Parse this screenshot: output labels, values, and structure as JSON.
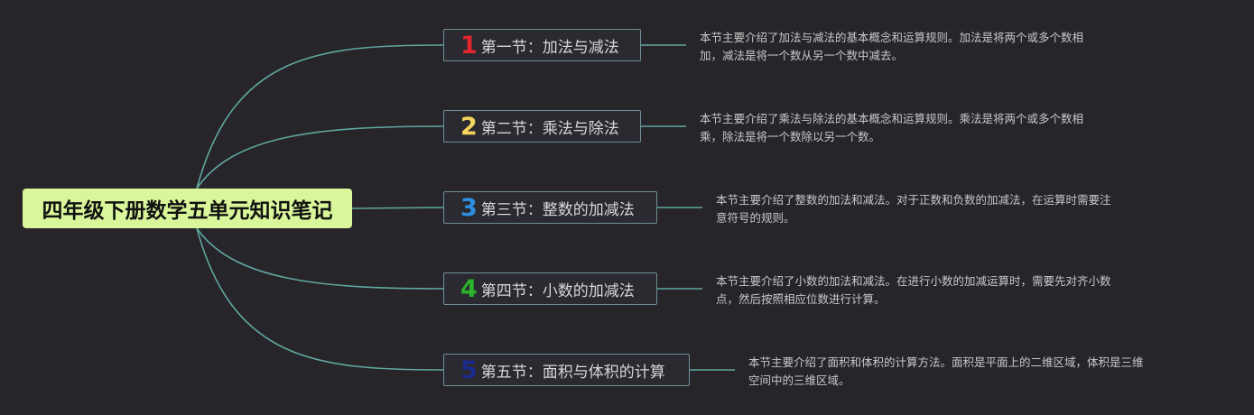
{
  "root": {
    "title": "四年级下册数学五单元知识笔记"
  },
  "sections": [
    {
      "number": "1",
      "title": "第一节：加法与减法",
      "color": "#e0262e",
      "description": "本节主要介绍了加法与减法的基本概念和运算规则。加法是将两个或多个数相\n加，减法是将一个数从另一个数中减去。"
    },
    {
      "number": "2",
      "title": "第二节：乘法与除法",
      "color": "#f4d35e",
      "description": "本节主要介绍了乘法与除法的基本概念和运算规则。乘法是将两个或多个数相\n乘，除法是将一个数除以另一个数。"
    },
    {
      "number": "3",
      "title": "第三节：整数的加减法",
      "color": "#2e8fe0",
      "description": "本节主要介绍了整数的加法和减法。对于正数和负数的加减法，在运算时需要注\n意符号的规则。"
    },
    {
      "number": "4",
      "title": "第四节：小数的加减法",
      "color": "#2bb32b",
      "description": "本节主要介绍了小数的加法和减法。在进行小数的加减运算时，需要先对齐小数\n点，然后按照相应位数进行计算。"
    },
    {
      "number": "5",
      "title": "第五节：面积与体积的计算",
      "color": "#1c2a8c",
      "description": "本节主要介绍了面积和体积的计算方法。面积是平面上的二维区域，体积是三维\n空间中的三维区域。"
    }
  ],
  "colors": {
    "background": "#27242a",
    "connector": "#5fa8a0",
    "root_fill": "#d9f79a",
    "node_border": "#6f9098"
  }
}
